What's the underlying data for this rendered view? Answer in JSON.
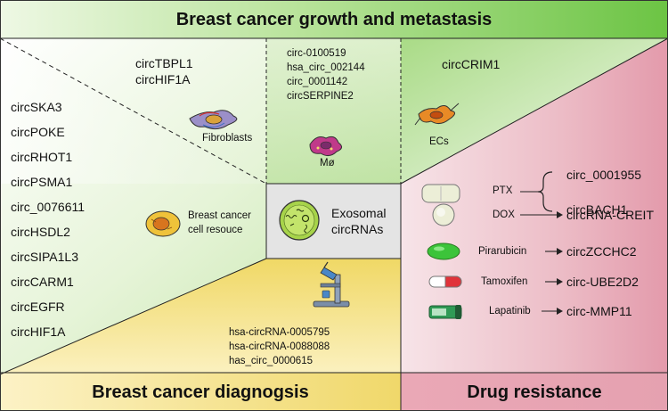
{
  "title": "Breast cancer growth and metastasis",
  "sections": {
    "diagnosis": "Breast cancer diagnogsis",
    "drug_resistance": "Drug resistance"
  },
  "center": {
    "line1": "Exosomal",
    "line2": "circRNAs"
  },
  "left_list": [
    "circSKA3",
    "circPOKE",
    "circRHOT1",
    "circPSMA1",
    "circ_0076611",
    "circHSDL2",
    "circSIPA1L3",
    "circCARM1",
    "circEGFR",
    "circHIF1A"
  ],
  "breast_cancer_cell": {
    "line1": "Breast cancer",
    "line2": "cell resouce"
  },
  "fibroblasts": {
    "circs": [
      "circTBPL1",
      "circHIF1A"
    ],
    "label": "Fibroblasts"
  },
  "macrophage": {
    "circs": [
      "circ-0100519",
      "hsa_circ_002144",
      "circ_0001142",
      "circSERPINE2"
    ],
    "label": "Mø"
  },
  "endothelial": {
    "circs": [
      "circCRIM1"
    ],
    "label": "ECs"
  },
  "diagnosis_circs": [
    "hsa-circRNA-0005795",
    "hsa-circRNA-0088088",
    "has_circ_0000615"
  ],
  "drugs": [
    {
      "drug": "PTX",
      "circs": [
        "circ_0001955",
        "circBACH1"
      ]
    },
    {
      "drug": "DOX",
      "circs": [
        "circRNA-CREIT"
      ]
    },
    {
      "drug": "Pirarubicin",
      "circs": [
        "circZCCHC2"
      ]
    },
    {
      "drug": "Tamoxifen",
      "circs": [
        "circ-UBE2D2"
      ]
    },
    {
      "drug": "Lapatinib",
      "circs": [
        "circ-MMP11"
      ]
    }
  ],
  "colors": {
    "growth_green": "#7ccb50",
    "diagnosis_yellow": "#f1dc72",
    "drug_pink": "#e3a0ae",
    "center_gray": "#e4e4e4"
  },
  "icons": [
    "fibroblast-cell-icon",
    "macrophage-cell-icon",
    "endothelial-cell-icon",
    "breast-cancer-cell-icon",
    "exosome-icon",
    "microscope-icon",
    "tablet-icon",
    "round-pill-icon",
    "green-capsule-icon",
    "red-white-capsule-icon",
    "green-pill-bottle-icon"
  ]
}
